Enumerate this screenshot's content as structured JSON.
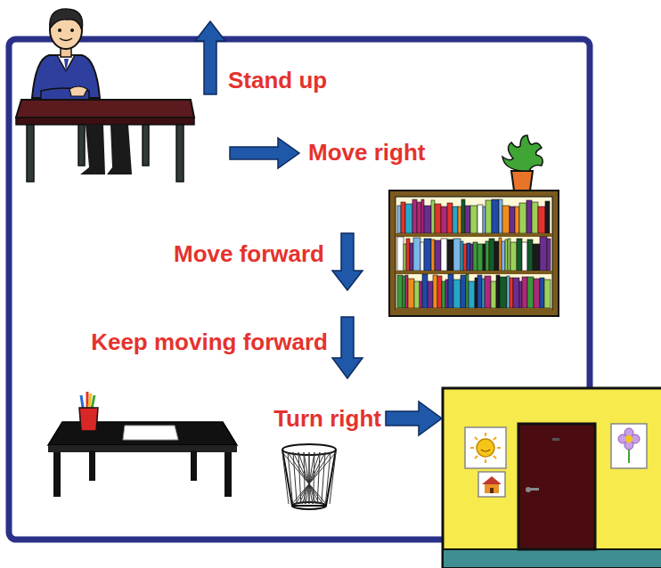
{
  "diagram": {
    "labels": [
      "Stand up",
      "Move right",
      "Move forward",
      "Keep moving forward",
      "Turn right"
    ]
  }
}
